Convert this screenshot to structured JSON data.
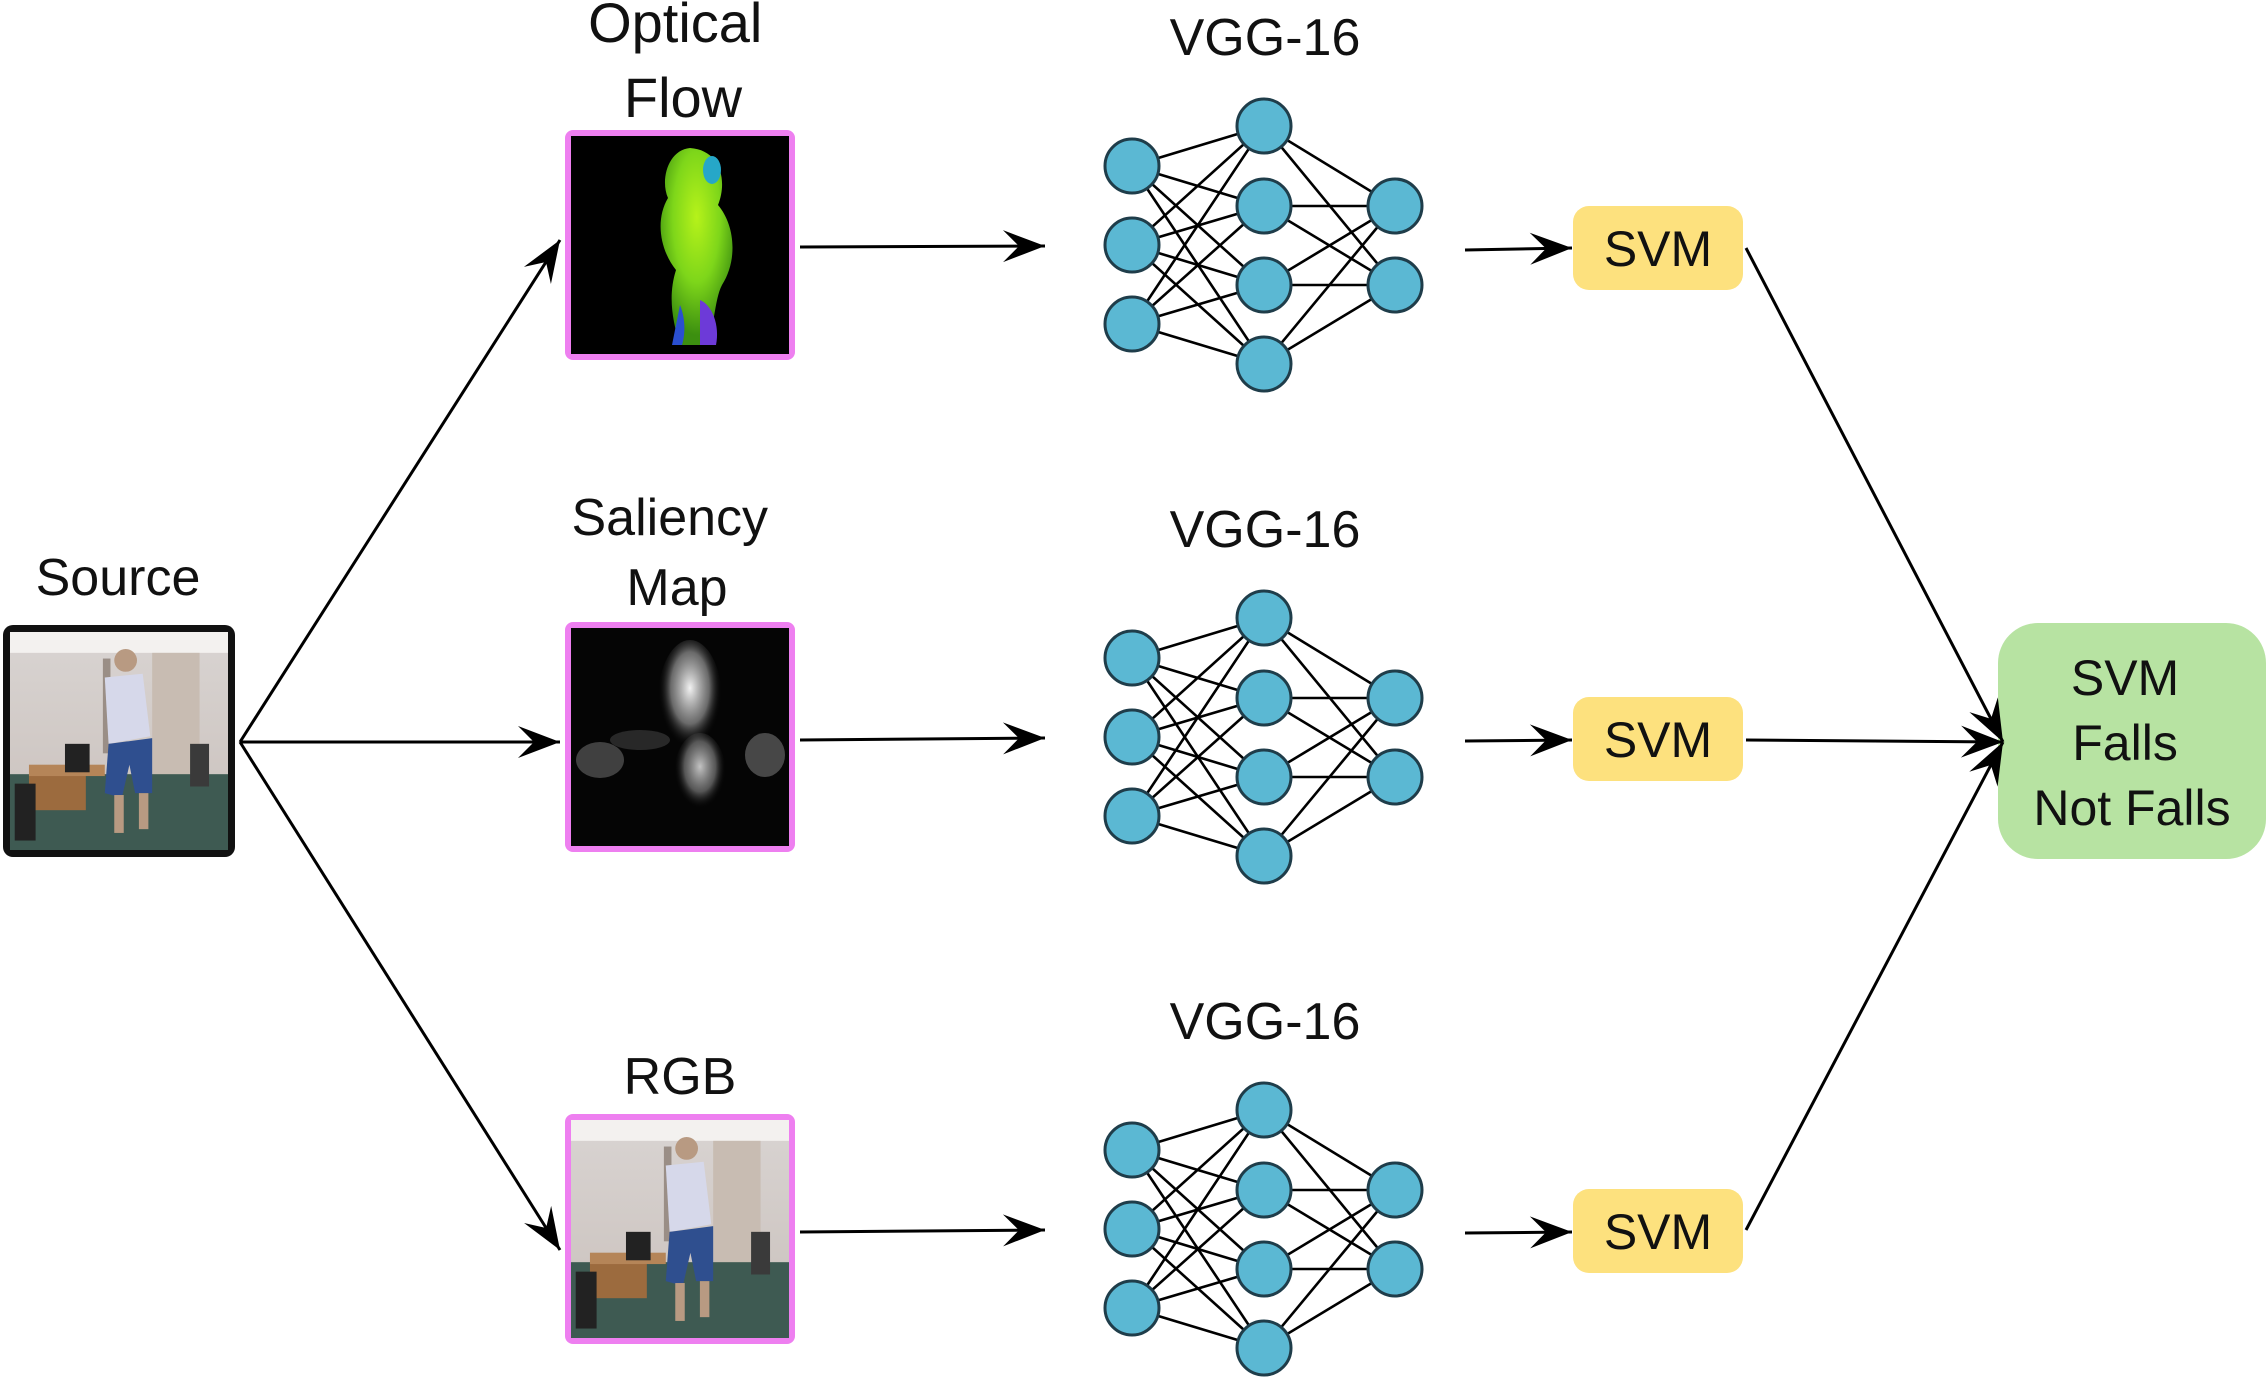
{
  "source_label": "Source",
  "branches": [
    {
      "id": "optical-flow",
      "label_lines": [
        "Optical",
        "Flow"
      ],
      "network_label": "VGG-16",
      "classifier_label": "SVM"
    },
    {
      "id": "saliency-map",
      "label_lines": [
        "Saliency",
        "Map"
      ],
      "network_label": "VGG-16",
      "classifier_label": "SVM"
    },
    {
      "id": "rgb",
      "label_lines": [
        "RGB"
      ],
      "network_label": "VGG-16",
      "classifier_label": "SVM"
    }
  ],
  "output": {
    "lines": [
      "SVM",
      "Falls",
      "Not Falls"
    ]
  },
  "colors": {
    "neuron": "#5bb8d3",
    "svm_box": "#fde17e",
    "output_box": "#b7e3a2",
    "image_border": "#ee7ff0",
    "source_border": "#111111"
  }
}
